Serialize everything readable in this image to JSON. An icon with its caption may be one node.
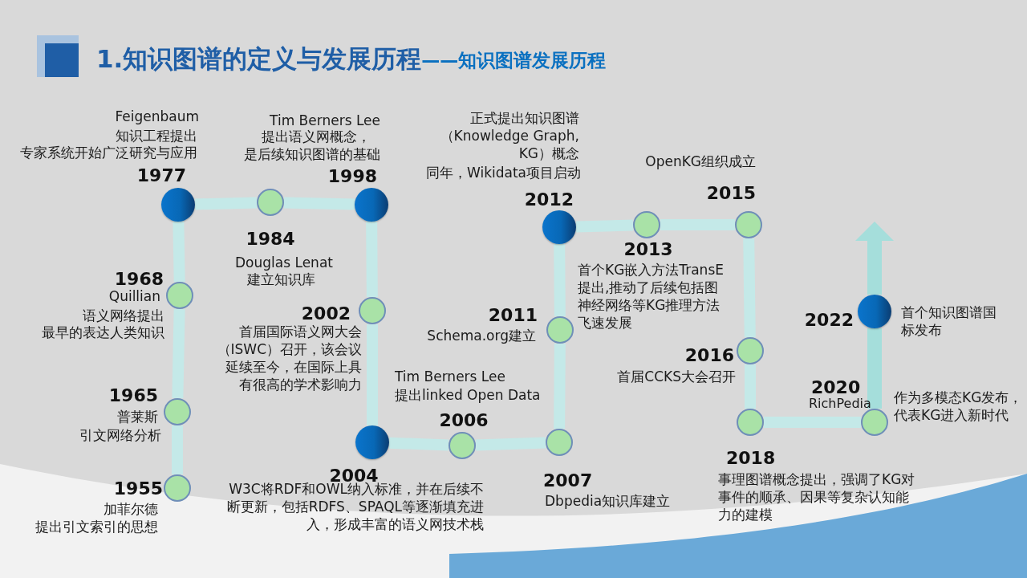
{
  "diagram": {
    "title": "1.知识图谱的定义与发展历程",
    "nodes": [
      {
        "text": [],
        "shape": "circle",
        "beside": [
          "1955",
          "加菲尔德",
          "提出引文索引的思想"
        ]
      },
      {
        "text": [],
        "shape": "circle",
        "beside": [
          "1965",
          "普莱斯",
          "引文网络分析"
        ]
      },
      {
        "text": [],
        "shape": "circle",
        "beside": [
          "1968",
          "Quillian",
          "语义网络提出",
          "最早的表达人类知识"
        ]
      },
      {
        "text": [],
        "shape": "sphere",
        "beside": [
          "1977",
          "Feigenbaum",
          "知识工程提出",
          "专家系统开始广泛研究与应用"
        ]
      },
      {
        "text": [],
        "shape": "circle",
        "beside": [
          "1984",
          "Douglas Lenat",
          "建立知识库"
        ]
      },
      {
        "text": [],
        "shape": "sphere",
        "beside": [
          "1998",
          "Tim Berners Lee",
          "提出语义网概念，",
          "是后续知识图谱的基础"
        ]
      },
      {
        "text": [],
        "shape": "circle",
        "beside": [
          "2002",
          "首届国际语义网大会（ISWC）召开，该会议延续至今，在国际上具有很高的学术影响力"
        ]
      },
      {
        "text": [],
        "shape": "sphere",
        "beside": [
          "2004",
          "W3C将RDF和OWL纳入标准，并在后续不断更新，包括RDFS、SPAQL等逐渐填充进入，形成丰富的语义网技术栈"
        ]
      },
      {
        "text": [],
        "shape": "circle",
        "beside": [
          "2006",
          "Tim Berners Lee",
          "提出linked Open Data"
        ]
      },
      {
        "text": [],
        "shape": "circle",
        "beside": [
          "2007",
          "Dbpedia知识库建立"
        ]
      },
      {
        "text": [],
        "shape": "circle",
        "beside": [
          "2011",
          "Schema.org建立"
        ]
      },
      {
        "text": [],
        "shape": "sphere",
        "beside": [
          "2012",
          "正式提出知识图谱（Knowledge Graph, KG）概念",
          "同年，Wikidata项目启动"
        ]
      },
      {
        "text": [],
        "shape": "circle",
        "beside": [
          "2013",
          "首个KG嵌入方法TransE提出,推动了后续包括图神经网络等KG推理方法飞速发展"
        ]
      },
      {
        "text": [],
        "shape": "circle",
        "beside": [
          "2015",
          "OpenKG组织成立"
        ]
      },
      {
        "text": [],
        "shape": "circle",
        "beside": [
          "2016",
          "首届CCKS大会召开"
        ]
      },
      {
        "text": [],
        "shape": "circle",
        "beside": [
          "2018",
          "事理图谱概念提出，强调了KG对事件的顺承、因果等复杂认知能力的建模"
        ]
      },
      {
        "text": [],
        "shape": "circle",
        "beside": [
          "2020",
          "RichPedia",
          "作为多模态KG发布，代表KG进入新时代"
        ]
      },
      {
        "text": [],
        "shape": "sphere",
        "beside": [
          "2022",
          "首个知识图谱国标发布"
        ]
      }
    ],
    "edges": [
      {
        "from": 0,
        "to": 1,
        "arrow": "none"
      },
      {
        "from": 1,
        "to": 2,
        "arrow": "none"
      },
      {
        "from": 2,
        "to": 3,
        "arrow": "none"
      },
      {
        "from": 3,
        "to": 4,
        "arrow": "none"
      },
      {
        "from": 4,
        "to": 5,
        "arrow": "none"
      },
      {
        "from": 5,
        "to": 6,
        "arrow": "none"
      },
      {
        "from": 6,
        "to": 7,
        "arrow": "none"
      },
      {
        "from": 7,
        "to": 8,
        "arrow": "none"
      },
      {
        "from": 8,
        "to": 9,
        "arrow": "none"
      },
      {
        "from": 9,
        "to": 10,
        "arrow": "none"
      },
      {
        "from": 10,
        "to": 11,
        "arrow": "none"
      },
      {
        "from": 11,
        "to": 12,
        "arrow": "none"
      },
      {
        "from": 12,
        "to": 13,
        "arrow": "none"
      },
      {
        "from": 13,
        "to": 14,
        "arrow": "none"
      },
      {
        "from": 14,
        "to": 15,
        "arrow": "none"
      },
      {
        "from": 15,
        "to": 16,
        "arrow": "none"
      },
      {
        "from": 16,
        "to": 17,
        "arrow": "none",
        "color": "#a5dedb"
      },
      {
        "from": 17,
        "to": null,
        "arrow": "to",
        "color": "#a5dedb"
      }
    ],
    "labels": [
      "——知识图谱发展历程"
    ]
  }
}
